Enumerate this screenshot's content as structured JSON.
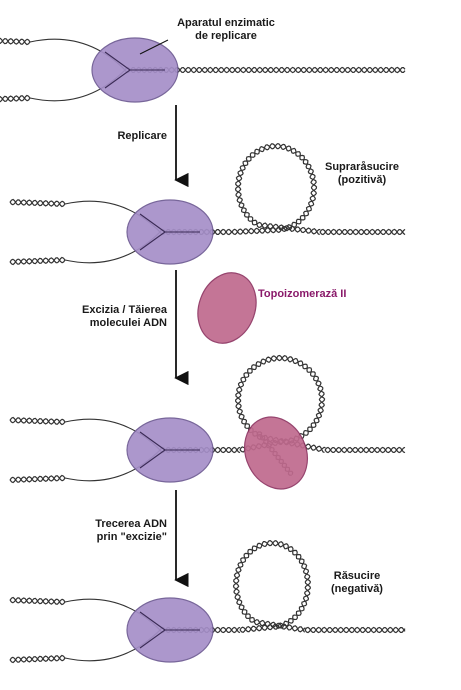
{
  "labels": {
    "replication_machinery_l1": "Aparatul enzimatic",
    "replication_machinery_l2": "de replicare",
    "step1": "Replicare",
    "supercoil_l1": "Supraråsucire",
    "supercoil_l2": "(pozitivă)",
    "topoisomerase": "Topoizomerază II",
    "step2_l1": "Excizia / Tăierea",
    "step2_l2": "moleculei ADN",
    "step3_l1": "Trecerea ADN",
    "step3_l2": "prin \"excizie\"",
    "relaxed_l1": "Răsucire",
    "relaxed_l2": "(negativă)"
  },
  "colors": {
    "enzyme_fill": "#a58fc8",
    "enzyme_stroke": "#6d5a92",
    "topo_fill": "#c06a8e",
    "topo_stroke": "#8e3562",
    "dna": "#333333",
    "arrow": "#111111"
  }
}
